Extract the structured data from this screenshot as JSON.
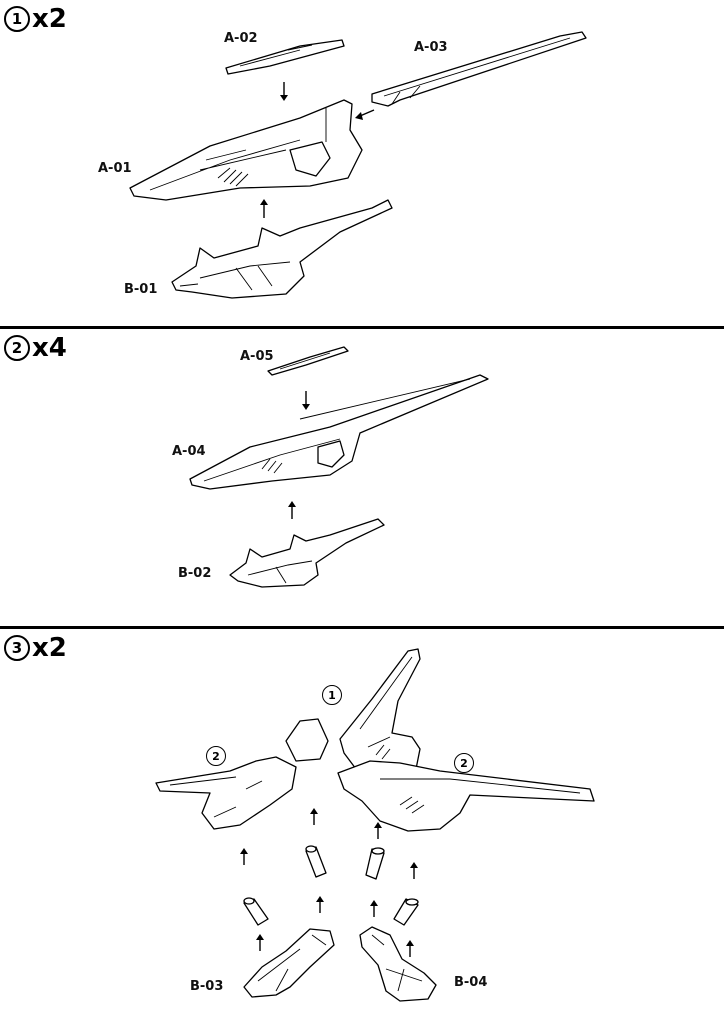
{
  "steps": [
    {
      "number": "1",
      "multiplier": "x2",
      "parts": {
        "a02": "A-02",
        "a03": "A-03",
        "a01": "A-01",
        "b01": "B-01"
      }
    },
    {
      "number": "2",
      "multiplier": "x4",
      "parts": {
        "a05": "A-05",
        "a04": "A-04",
        "b02": "B-02"
      }
    },
    {
      "number": "3",
      "multiplier": "x2",
      "parts": {
        "b03": "B-03",
        "b04": "B-04"
      },
      "callouts": {
        "c1": "1",
        "c2_left": "2",
        "c2_right": "2"
      }
    }
  ]
}
